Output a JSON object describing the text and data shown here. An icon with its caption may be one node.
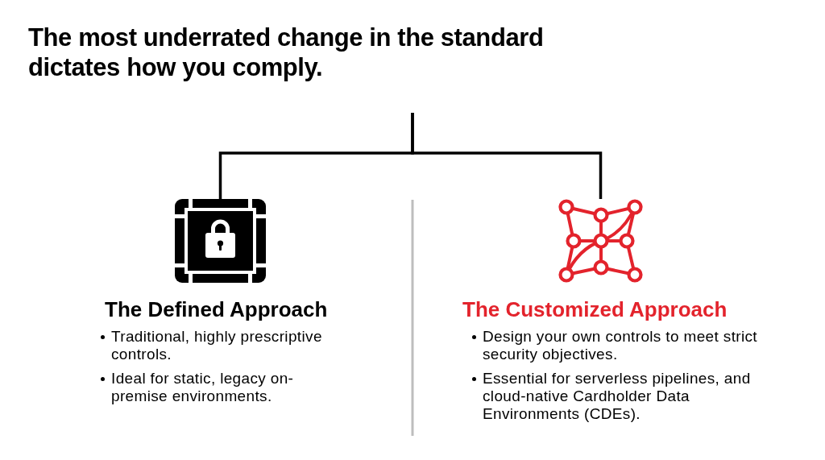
{
  "diagram": {
    "title": "The most underrated change in the standard dictates how you comply.",
    "nodes": [
      {
        "text": [],
        "shape": "picture",
        "beside": [
          "The Defined Approach",
          "Traditional, highly prescriptive controls.",
          "Ideal for static, legacy on-premise environments."
        ]
      },
      {
        "text": [],
        "shape": "picture",
        "beside": [
          "The Customized Approach",
          "Design your own controls to meet strict security objectives.",
          "Essential for serverless pipelines, and cloud-native Cardholder Data Environments (CDEs)."
        ]
      }
    ],
    "edges": [
      {
        "from": null,
        "to": 0,
        "arrow": "none"
      },
      {
        "from": null,
        "to": 1,
        "arrow": "none"
      }
    ]
  }
}
